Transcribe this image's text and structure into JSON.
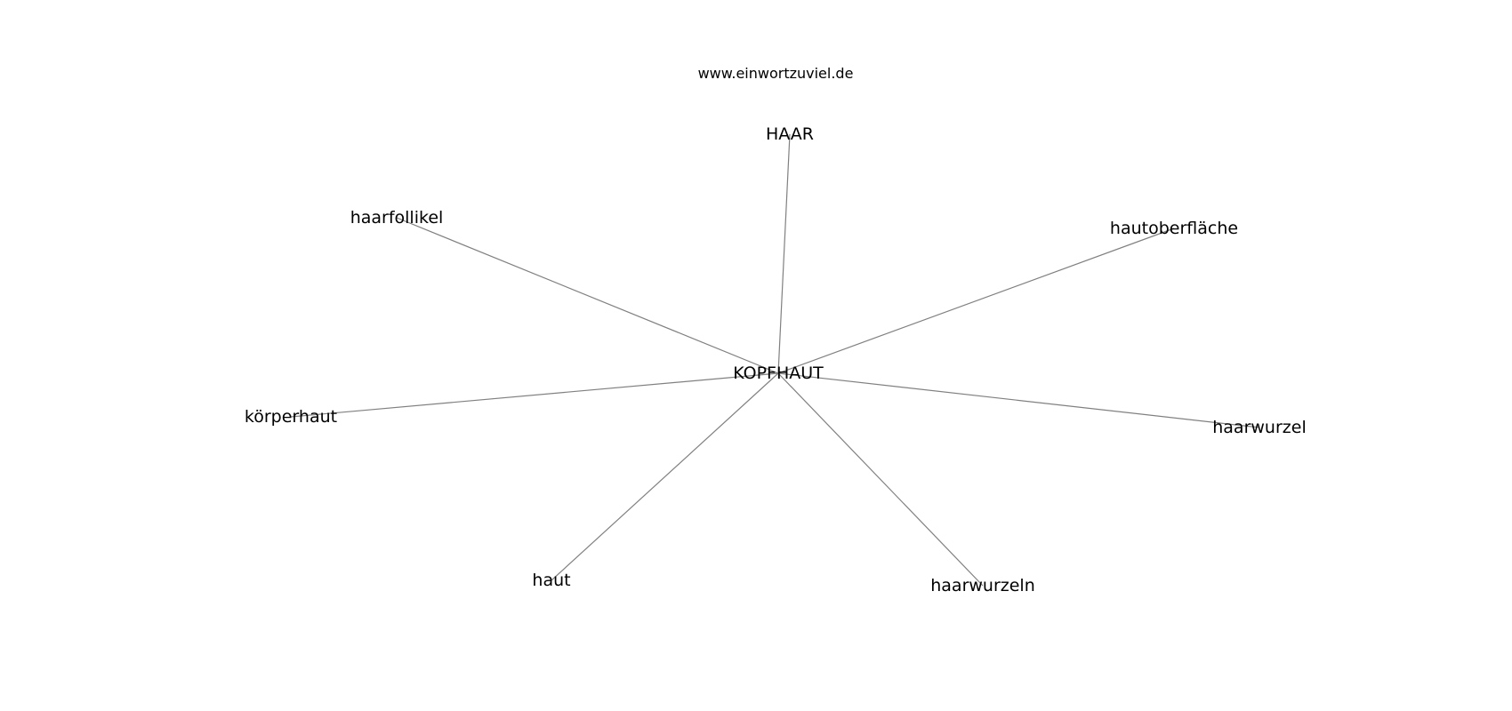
{
  "watermark": "www.einwortzuviel.de",
  "graph": {
    "center": {
      "id": "center",
      "label": "KOPFHAUT"
    },
    "neighbors": [
      {
        "id": "n-haar",
        "label": "HAAR"
      },
      {
        "id": "n-hautoberflaeche",
        "label": "hautoberfläche"
      },
      {
        "id": "n-haarwurzel",
        "label": "haarwurzel"
      },
      {
        "id": "n-haarwurzeln",
        "label": "haarwurzeln"
      },
      {
        "id": "n-haut",
        "label": "haut"
      },
      {
        "id": "n-koerperhaut",
        "label": "körperhaut"
      },
      {
        "id": "n-haarfollikel",
        "label": "haarfollikel"
      }
    ],
    "edges": [
      [
        "center",
        "n-haar"
      ],
      [
        "center",
        "n-hautoberflaeche"
      ],
      [
        "center",
        "n-haarwurzel"
      ],
      [
        "center",
        "n-haarwurzeln"
      ],
      [
        "center",
        "n-haut"
      ],
      [
        "center",
        "n-koerperhaut"
      ],
      [
        "center",
        "n-haarfollikel"
      ]
    ]
  }
}
